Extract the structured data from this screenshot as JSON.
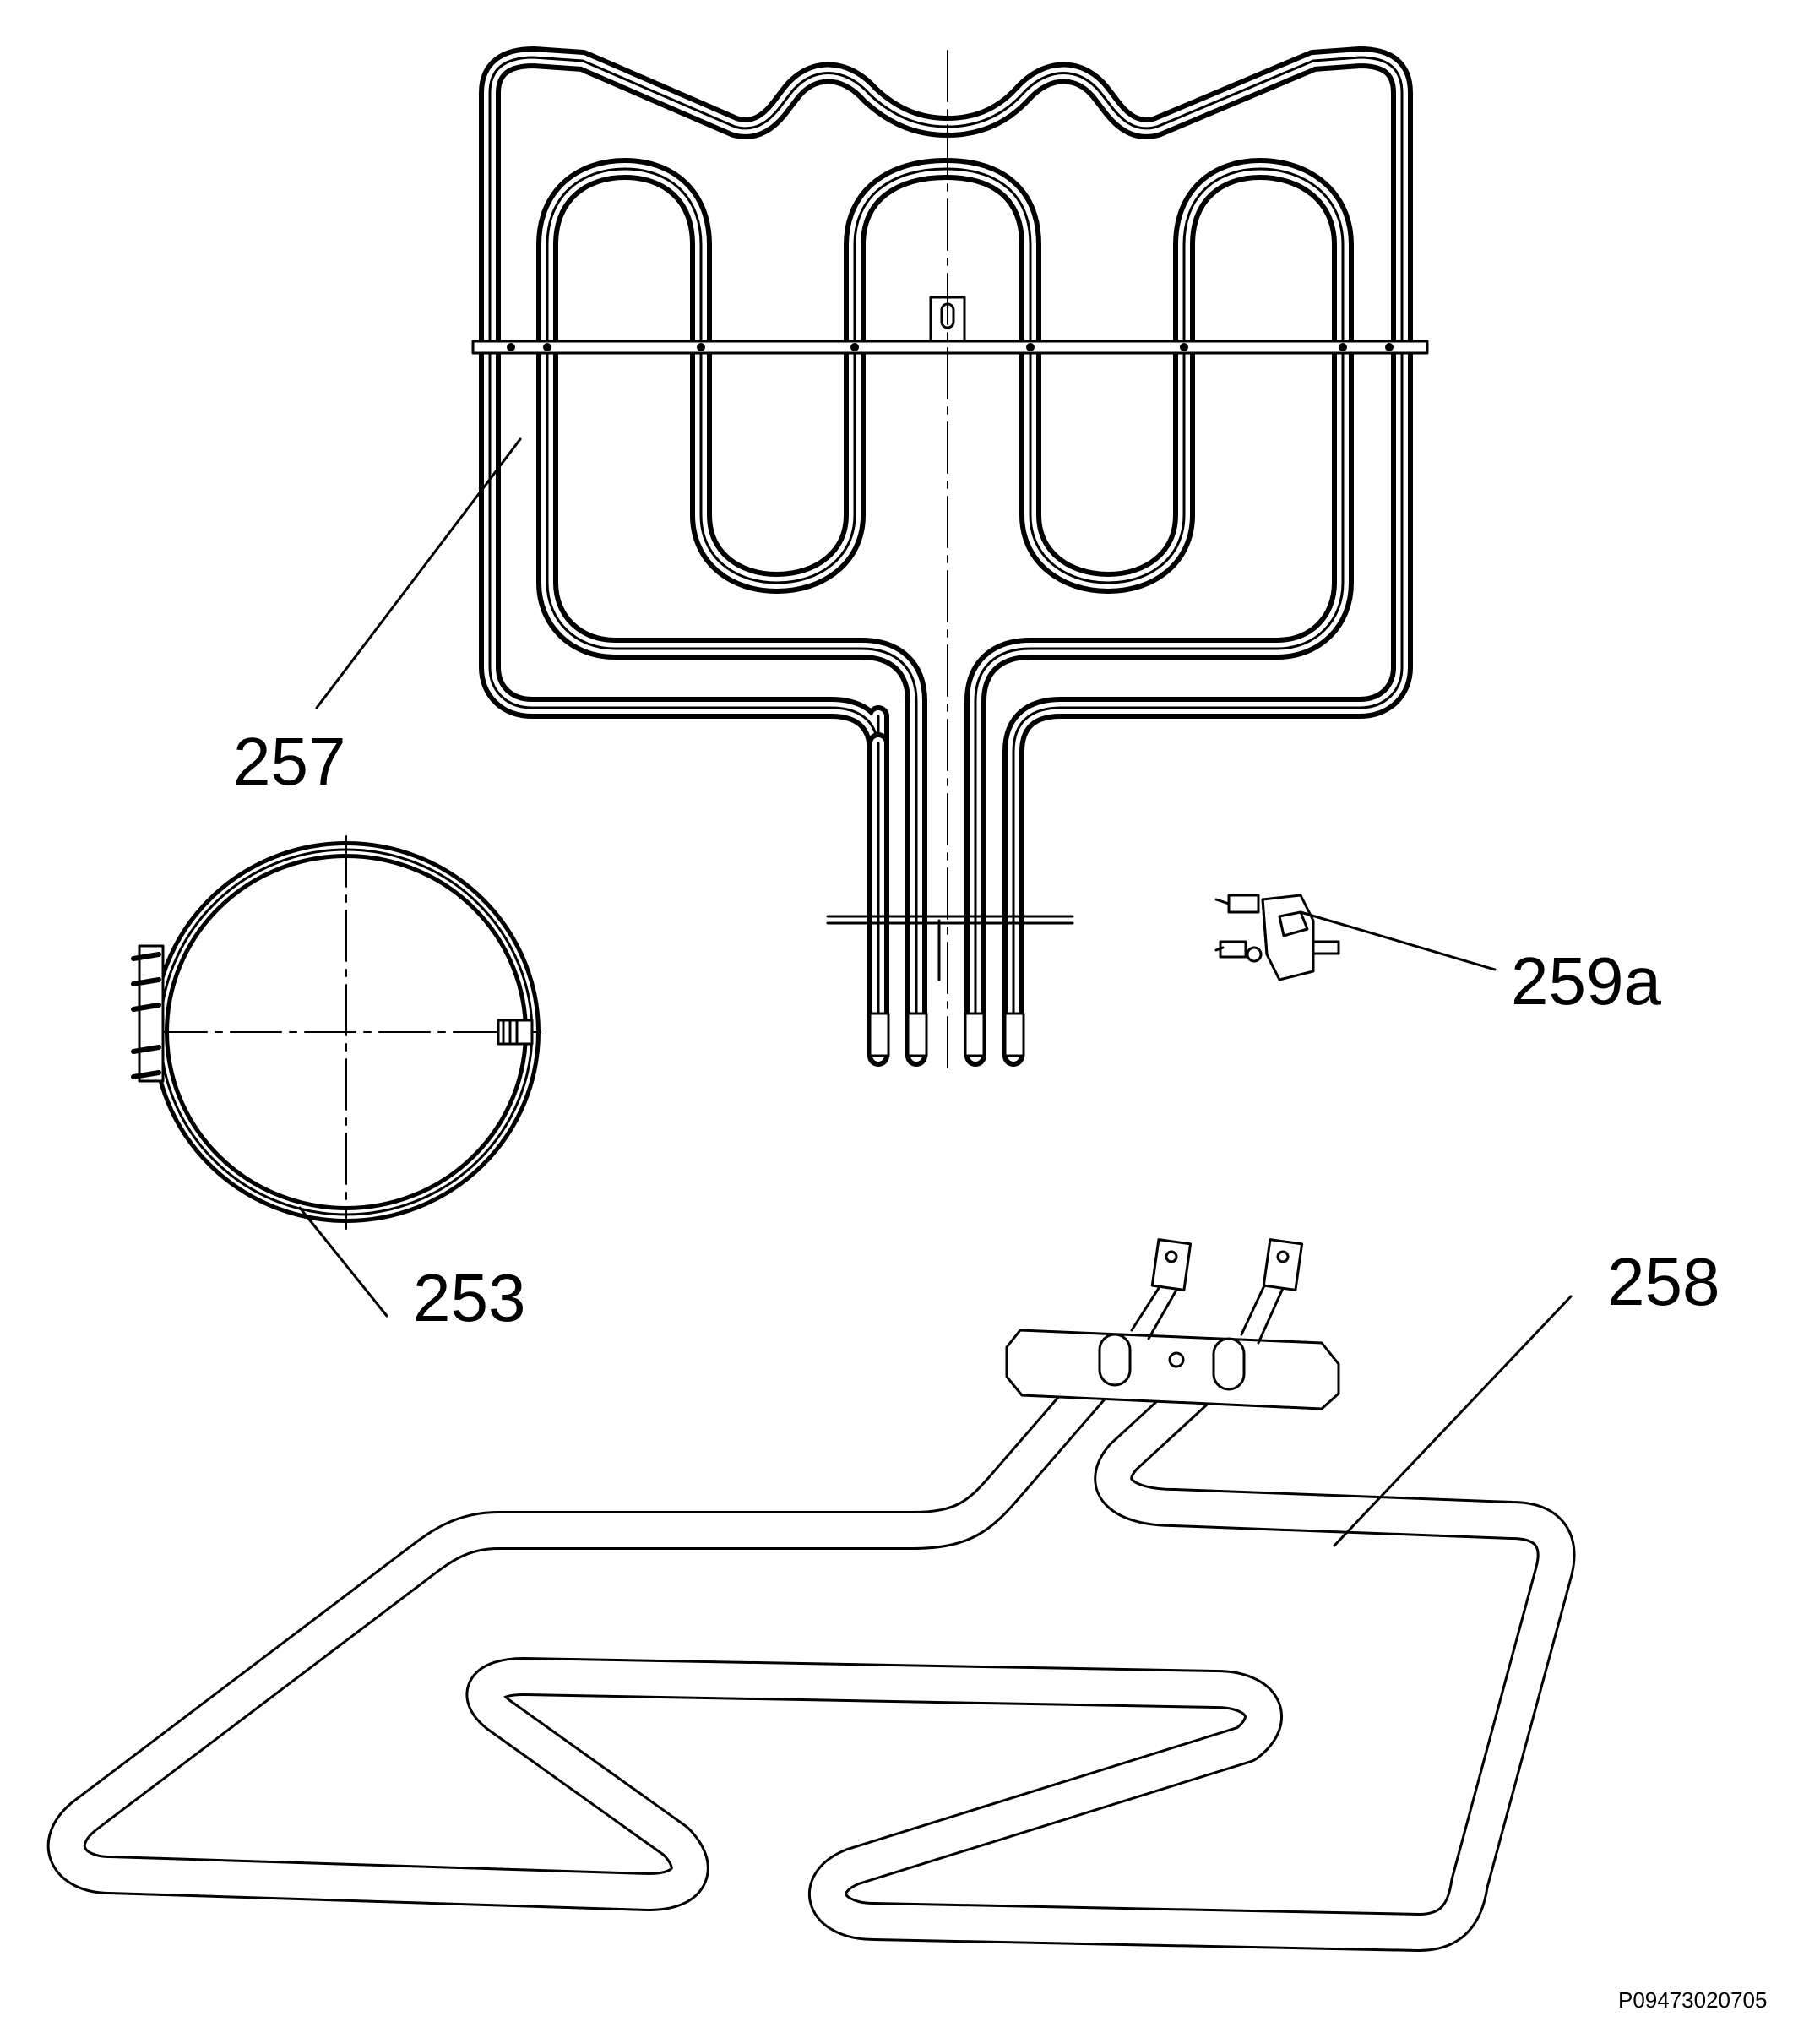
{
  "diagram": {
    "parts": [
      {
        "id": "257",
        "label": "257"
      },
      {
        "id": "259a",
        "label": "259a"
      },
      {
        "id": "253",
        "label": "253"
      },
      {
        "id": "258",
        "label": "258"
      }
    ],
    "drawing_code": "P09473020705",
    "line_color": "#000000",
    "background": "#ffffff"
  }
}
